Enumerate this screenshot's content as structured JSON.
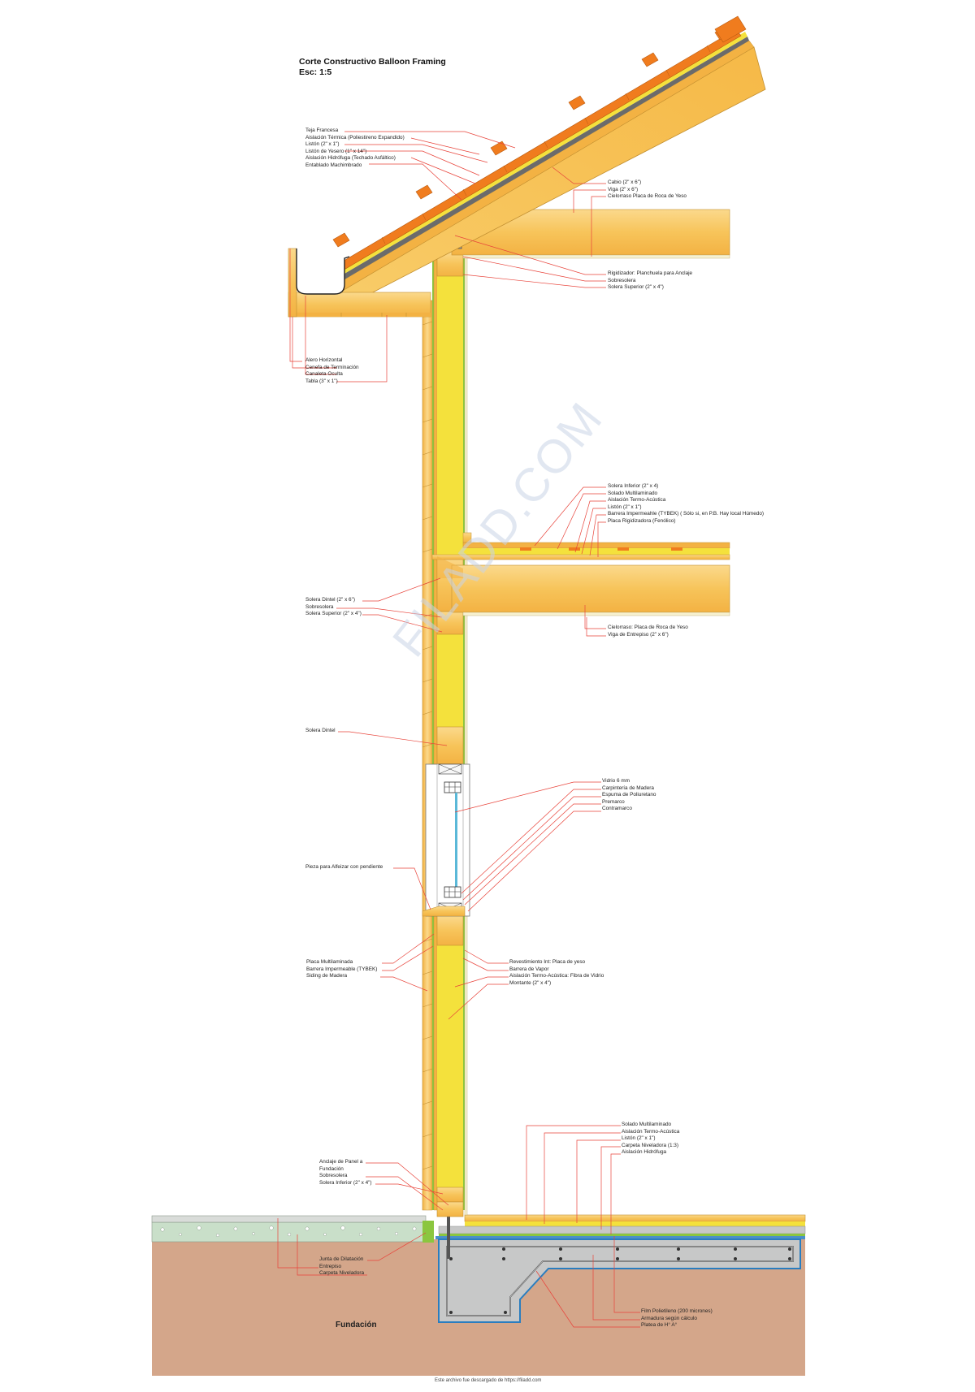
{
  "title": {
    "line1": "Corte Constructivo Balloon Framing",
    "line2": "Esc: 1:5"
  },
  "watermark": "FILADD.COM",
  "section_label": "Fundación",
  "footer": "Este archivo fue descargado de https://filadd.com",
  "labels": {
    "roof_left": [
      "Teja Francesa",
      "Aislación Térmica (Poliestireno Expandido)",
      "Listón (2\" x 1\")",
      "Listón de Yesero (1\" x 14\")",
      "Aislación Hidrófuga (Techado Asfáltico)",
      "Entablado Machimbrado"
    ],
    "roof_right": [
      "Cabio (2\" x 6\")",
      "Viga (2\" x 6\")",
      "Cielorraso Placa de Roca de Yeso"
    ],
    "plate_right": [
      "Rigidizador: Planchuela para Anclaje",
      "Sobresolera",
      "Solera Superior (2\" x 4\")"
    ],
    "eave_left": [
      "Alero Horizontal",
      "Cenefa de Terminación",
      "Canaleta Oculta",
      "Tabla (3\" x 1\")"
    ],
    "floor1_right": [
      "Solera Inferior (2\" x 4)",
      "Solado Multilaminado",
      "Aislación Termo-Acústica",
      "Listón (2\" x 1\")",
      "Barrera Impermeahle (TYBEK) ( Sólo si, en P.B. Hay local Húmedo)",
      "Placa Rigidizadora (Fenólico)"
    ],
    "floor1_left": [
      "Solera Dintel (2\" x 6\")",
      "Sobresolera",
      "Solera Superior (2\" x 4\")"
    ],
    "ceiling_right": [
      "Cielorraso: Placa de Roca de Yeso",
      "Viga de Entrepiso (2\" x 6\")"
    ],
    "dintel": "Solera Dintel",
    "window_right": [
      "Vidrio 6 mm",
      "Carpintería de Madera",
      "Espuma de Poliuretano",
      "Premarco",
      "Contramarco"
    ],
    "sill": "Pieza para Alfeizar con pendiente",
    "wall_left": [
      "Placa Multilaminada",
      "Barrera Impermeable (TYBEK)",
      "Siding de Madera"
    ],
    "wall_right": [
      "Revestimiento Int: Placa de yeso",
      "Barrera de Vapor",
      "Aislación Termo-Acústica: Fibra de Vidrio",
      "Montante (2\" x 4\")"
    ],
    "ground_floor_right": [
      "Solado Multilaminado",
      "Aislación Termo-Acústica",
      "Listón (2\" x 1\")",
      "Carpeta Niveladora (1:3)",
      "Aislación Hidrófuga"
    ],
    "base_left": [
      "Anclaje de Panel a",
      "Fundación",
      "Sobresolera",
      "Solera Inferior (2\" x 4\")"
    ],
    "slab_left": [
      "Junta de Dilatación",
      "Entrepiso",
      "Carpeta Niveladora"
    ],
    "foundation_right": [
      "Film Polietileno (200 micrones)",
      "Armadura según cálculo",
      "Platea de H° A°"
    ]
  },
  "colors": {
    "timber": "#f7c45a",
    "insulation": "#f4e13c",
    "roof_tile": "#f07c1e",
    "leader_line": "#e8433a",
    "soil": "#d4a68a",
    "concrete": "#c7c8c8",
    "gravel": "#c9dfc9",
    "sheathing_green": "#8bc63f",
    "membrane_blue": "#2a7dbf"
  }
}
